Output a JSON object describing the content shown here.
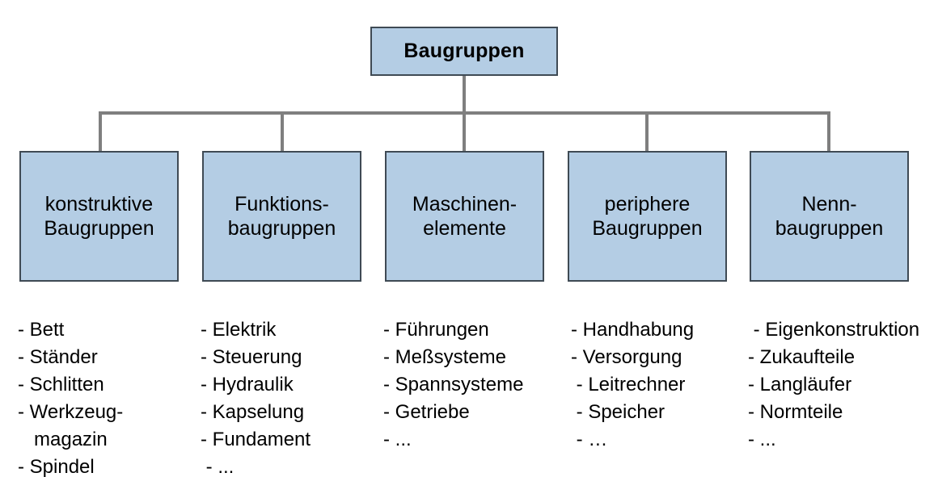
{
  "diagram": {
    "title": "Baugruppen",
    "root": {
      "label": "Baugruppen"
    },
    "branches": [
      {
        "label": "konstruktive\nBaugruppen",
        "items": [
          "- Bett",
          "- Ständer",
          "- Schlitten",
          "- Werkzeug-",
          "   magazin",
          "- Spindel"
        ]
      },
      {
        "label": "Funktions-\nbaugruppen",
        "items": [
          "- Elektrik",
          "- Steuerung",
          "- Hydraulik",
          "- Kapselung",
          "- Fundament",
          " - ..."
        ]
      },
      {
        "label": "Maschinen-\nelemente",
        "items": [
          "- Führungen",
          "- Meßsysteme",
          "- Spannsysteme",
          "- Getriebe",
          "- ..."
        ]
      },
      {
        "label": "periphere\nBaugruppen",
        "items": [
          "- Handhabung",
          "- Versorgung",
          " - Leitrechner",
          " - Speicher",
          " - …"
        ]
      },
      {
        "label": "Nenn-\nbaugruppen",
        "items": [
          " - Eigenkonstruktion",
          "- Zukaufteile",
          "- Langläufer",
          "- Normteile",
          "- ..."
        ]
      }
    ],
    "colors": {
      "box_fill": "#b4cde4",
      "box_border": "#3f4a54",
      "connector": "#7f7f7f",
      "text": "#000000",
      "background": "#ffffff"
    }
  }
}
